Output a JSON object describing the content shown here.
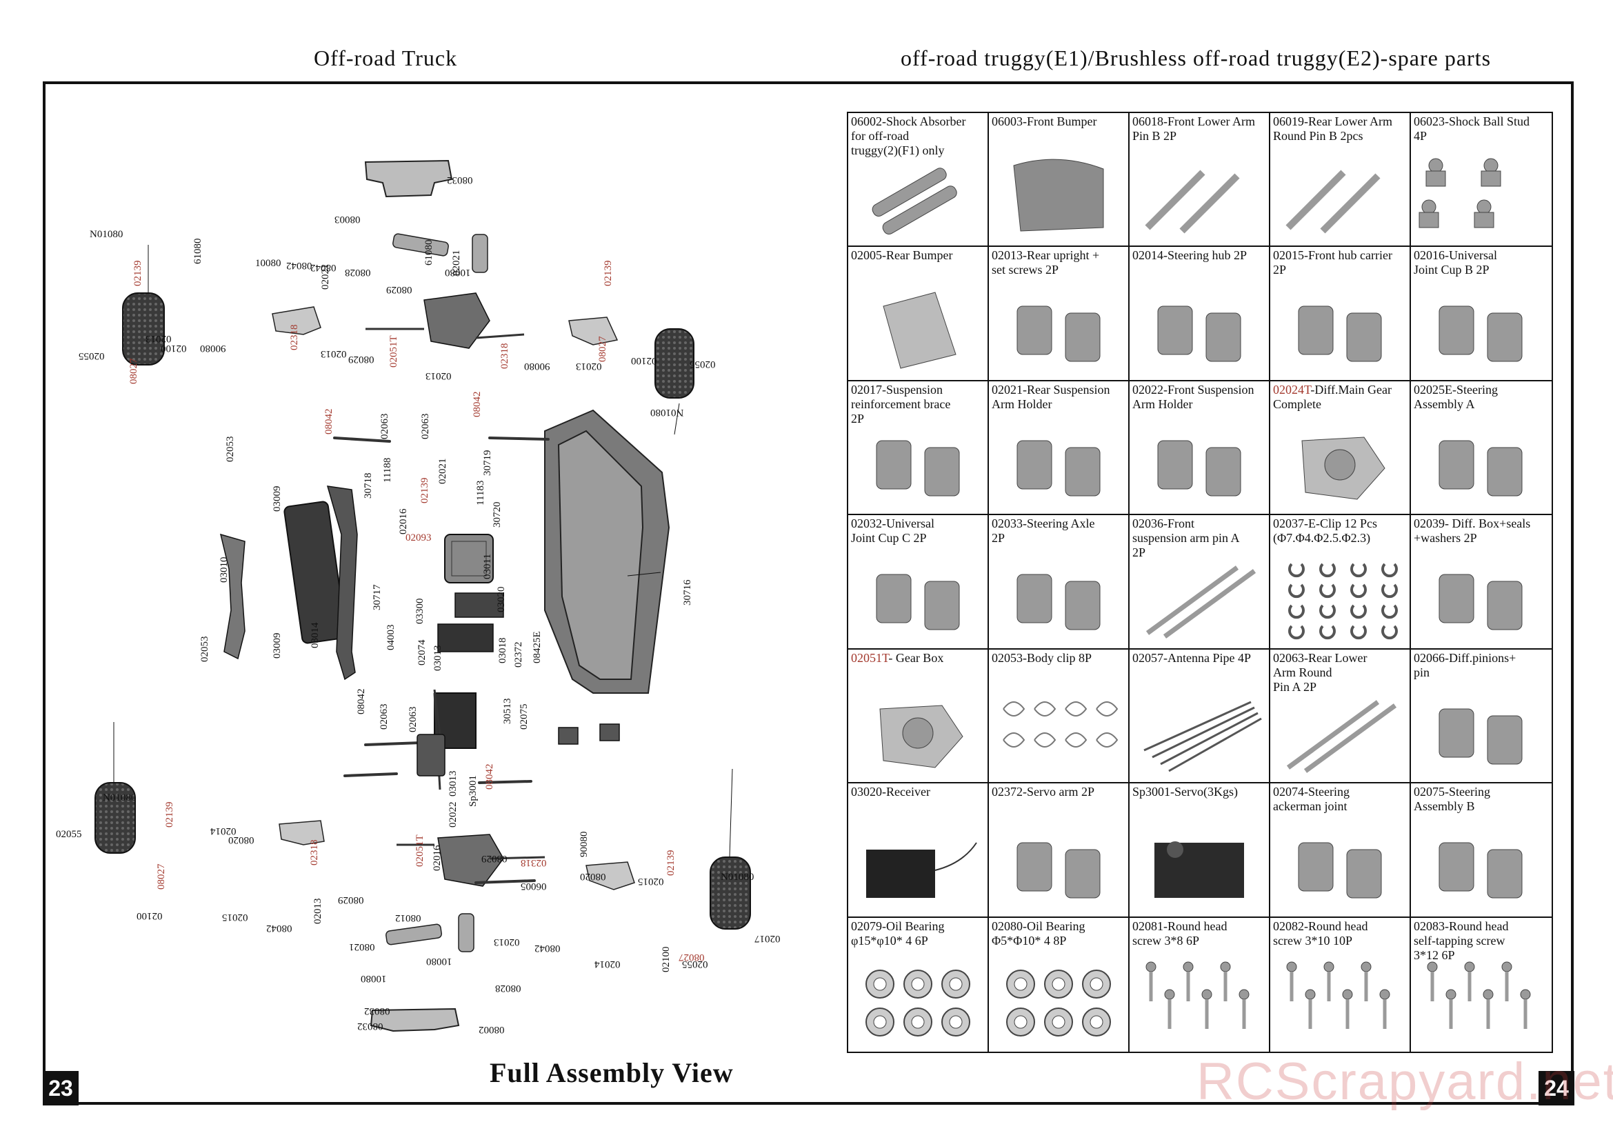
{
  "header": {
    "left": "Off-road Truck",
    "right": "off-road truggy(E1)/Brushless off-road truggy(E2)-spare parts"
  },
  "page_numbers": {
    "left": "23",
    "right": "24"
  },
  "assembly_title": "Full Assembly View",
  "watermark": "RCScrapyard.net",
  "diagram_labels": [
    {
      "t": "08003",
      "red": false
    },
    {
      "t": "08032",
      "red": false
    },
    {
      "t": "08028",
      "red": false
    },
    {
      "t": "10080",
      "red": false
    },
    {
      "t": "10080",
      "red": false
    },
    {
      "t": "02021",
      "red": false
    },
    {
      "t": "02021",
      "red": false
    },
    {
      "t": "N01080",
      "red": false
    },
    {
      "t": "02139",
      "red": true
    },
    {
      "t": "61080",
      "red": false
    },
    {
      "t": "08042",
      "red": false
    },
    {
      "t": "08042",
      "red": false
    },
    {
      "t": "02139",
      "red": true
    },
    {
      "t": "61080",
      "red": false
    },
    {
      "t": "08029",
      "red": false
    },
    {
      "t": "08027",
      "red": true
    },
    {
      "t": "02013",
      "red": false
    },
    {
      "t": "90080",
      "red": false
    },
    {
      "t": "02318",
      "red": true
    },
    {
      "t": "02013",
      "red": false
    },
    {
      "t": "08029",
      "red": false
    },
    {
      "t": "02051T",
      "red": true
    },
    {
      "t": "02013",
      "red": false
    },
    {
      "t": "02318",
      "red": true
    },
    {
      "t": "90080",
      "red": false
    },
    {
      "t": "02013",
      "red": false
    },
    {
      "t": "08027",
      "red": true
    },
    {
      "t": "02100",
      "red": false
    },
    {
      "t": "02055",
      "red": false
    },
    {
      "t": "02100",
      "red": false
    },
    {
      "t": "02055",
      "red": false
    },
    {
      "t": "N01080",
      "red": false
    },
    {
      "t": "08042",
      "red": true
    },
    {
      "t": "02063",
      "red": false
    },
    {
      "t": "02063",
      "red": false
    },
    {
      "t": "08042",
      "red": true
    },
    {
      "t": "02053",
      "red": false
    },
    {
      "t": "11188",
      "red": false
    },
    {
      "t": "02021",
      "red": false
    },
    {
      "t": "30719",
      "red": false
    },
    {
      "t": "30718",
      "red": false
    },
    {
      "t": "11183",
      "red": false
    },
    {
      "t": "02139",
      "red": true
    },
    {
      "t": "30720",
      "red": false
    },
    {
      "t": "03009",
      "red": false
    },
    {
      "t": "02016",
      "red": false
    },
    {
      "t": "02093",
      "red": true
    },
    {
      "t": "03010",
      "red": false
    },
    {
      "t": "30717",
      "red": false
    },
    {
      "t": "03011",
      "red": false
    },
    {
      "t": "03300",
      "red": false
    },
    {
      "t": "03020",
      "red": false
    },
    {
      "t": "30716",
      "red": false
    },
    {
      "t": "02053",
      "red": false
    },
    {
      "t": "03009",
      "red": false
    },
    {
      "t": "03014",
      "red": false
    },
    {
      "t": "04003",
      "red": false
    },
    {
      "t": "02074",
      "red": false
    },
    {
      "t": "03013",
      "red": false
    },
    {
      "t": "03018",
      "red": false
    },
    {
      "t": "02372",
      "red": false
    },
    {
      "t": "08042",
      "red": false
    },
    {
      "t": "02063",
      "red": false
    },
    {
      "t": "02063",
      "red": false
    },
    {
      "t": "30513",
      "red": false
    },
    {
      "t": "02075",
      "red": false
    },
    {
      "t": "08425E",
      "red": false
    },
    {
      "t": "N01080",
      "red": false
    },
    {
      "t": "03013",
      "red": false
    },
    {
      "t": "Sp3001",
      "red": false
    },
    {
      "t": "08042",
      "red": true
    },
    {
      "t": "02022",
      "red": false
    },
    {
      "t": "02055",
      "red": false
    },
    {
      "t": "02139",
      "red": true
    },
    {
      "t": "02014",
      "red": false
    },
    {
      "t": "08020",
      "red": false
    },
    {
      "t": "02318",
      "red": true
    },
    {
      "t": "02051T",
      "red": true
    },
    {
      "t": "02016",
      "red": false
    },
    {
      "t": "08029",
      "red": false
    },
    {
      "t": "02318",
      "red": true
    },
    {
      "t": "90080",
      "red": false
    },
    {
      "t": "08027",
      "red": true
    },
    {
      "t": "06005",
      "red": false
    },
    {
      "t": "08020",
      "red": false
    },
    {
      "t": "02015",
      "red": false
    },
    {
      "t": "02139",
      "red": true
    },
    {
      "t": "N01080",
      "red": false
    },
    {
      "t": "08029",
      "red": false
    },
    {
      "t": "08012",
      "red": false
    },
    {
      "t": "02100",
      "red": false
    },
    {
      "t": "02015",
      "red": false
    },
    {
      "t": "08042",
      "red": false
    },
    {
      "t": "02013",
      "red": false
    },
    {
      "t": "02013",
      "red": false
    },
    {
      "t": "08042",
      "red": false
    },
    {
      "t": "02014",
      "red": false
    },
    {
      "t": "08027",
      "red": true
    },
    {
      "t": "02100",
      "red": false
    },
    {
      "t": "02055",
      "red": false
    },
    {
      "t": "02017",
      "red": false
    },
    {
      "t": "08021",
      "red": false
    },
    {
      "t": "10080",
      "red": false
    },
    {
      "t": "10080",
      "red": false
    },
    {
      "t": "08028",
      "red": false
    },
    {
      "t": "08032",
      "red": false
    },
    {
      "t": "08032",
      "red": false
    },
    {
      "t": "08002",
      "red": false
    }
  ],
  "parts": [
    {
      "code": "06002",
      "label": "06002-Shock Absorber\nfor off-road\ntruggy(2)(F1) only",
      "red": false,
      "icon": "shock-absorber-icon"
    },
    {
      "code": "06003",
      "label": "06003-Front Bumper",
      "red": false,
      "icon": "front-bumper-icon"
    },
    {
      "code": "06018",
      "label": "06018-Front Lower Arm\n       Pin  B         2P",
      "red": false,
      "icon": "pin-pair-icon"
    },
    {
      "code": "06019",
      "label": "06019-Rear Lower Arm\n     Round Pin B 2pcs",
      "red": false,
      "icon": "pin-pair-icon"
    },
    {
      "code": "06023",
      "label": "06023-Shock Ball Stud\n                          4P",
      "red": false,
      "icon": "ball-stud-icon"
    },
    {
      "code": "02005",
      "label": "02005-Rear Bumper",
      "red": false,
      "icon": "rear-bumper-icon"
    },
    {
      "code": "02013",
      "label": "02013-Rear upright +\n         set screws      2P",
      "red": false,
      "icon": "rear-upright-icon"
    },
    {
      "code": "02014",
      "label": "02014-Steering hub  2P",
      "red": false,
      "icon": "steering-hub-icon"
    },
    {
      "code": "02015",
      "label": "02015-Front hub carrier\n                           2P",
      "red": false,
      "icon": "hub-carrier-icon"
    },
    {
      "code": "02016",
      "label": "02016-Universal\n      Joint Cup   B  2P",
      "red": false,
      "icon": "joint-cup-icon"
    },
    {
      "code": "02017",
      "label": "02017-Suspension\nreinforcement brace\n                           2P",
      "red": false,
      "icon": "brace-icon"
    },
    {
      "code": "02021",
      "label": "02021-Rear Suspension\n      Arm Holder",
      "red": false,
      "icon": "arm-holder-icon"
    },
    {
      "code": "02022",
      "label": "02022-Front  Suspension\n      Arm Holder",
      "red": false,
      "icon": "arm-holder-icon"
    },
    {
      "code": "02024T",
      "label": "-Diff.Main Gear\n          Complete",
      "red": true,
      "icon": "diff-gear-icon"
    },
    {
      "code": "02025E",
      "label": "02025E-Steering\n      Assembly  A",
      "red": false,
      "icon": "steering-assembly-icon"
    },
    {
      "code": "02032",
      "label": "02032-Universal\n       Joint Cup  C  2P",
      "red": false,
      "icon": "joint-cup-icon"
    },
    {
      "code": "02033",
      "label": "02033-Steering Axle\n                           2P",
      "red": false,
      "icon": "steering-axle-icon"
    },
    {
      "code": "02036",
      "label": "02036-Front\nsuspension arm pin A\n                           2P",
      "red": false,
      "icon": "long-pin-icon"
    },
    {
      "code": "02037",
      "label": "02037-E-Clip   12 Pcs\n (Φ7.Φ4.Φ2.5.Φ2.3)",
      "red": false,
      "icon": "e-clip-icon"
    },
    {
      "code": "02039",
      "label": "02039- Diff. Box+seals\n+washers            2P",
      "red": false,
      "icon": "diff-box-icon"
    },
    {
      "code": "02051T",
      "label": "- Gear Box",
      "red": true,
      "icon": "gear-box-icon"
    },
    {
      "code": "02053",
      "label": "02053-Body clip    8P",
      "red": false,
      "icon": "body-clip-icon"
    },
    {
      "code": "02057",
      "label": "02057-Antenna Pipe 4P",
      "red": false,
      "icon": "antenna-pipe-icon"
    },
    {
      "code": "02063",
      "label": "02063-Rear Lower\n     Arm Round\n      Pin A            2P",
      "red": false,
      "icon": "long-pin-icon"
    },
    {
      "code": "02066",
      "label": "02066-Diff.pinions+\n           pin",
      "red": false,
      "icon": "pinion-icon"
    },
    {
      "code": "03020",
      "label": "03020-Receiver",
      "red": false,
      "icon": "receiver-icon"
    },
    {
      "code": "02372",
      "label": "02372-Servo arm      2P",
      "red": false,
      "icon": "servo-arm-icon"
    },
    {
      "code": "Sp3001",
      "label": "Sp3001-Servo(3Kgs)",
      "red": false,
      "icon": "servo-icon"
    },
    {
      "code": "02074",
      "label": "02074-Steering\n       ackerman joint",
      "red": false,
      "icon": "ackerman-joint-icon"
    },
    {
      "code": "02075",
      "label": "02075-Steering\n          Assembly  B",
      "red": false,
      "icon": "steering-assembly-icon"
    },
    {
      "code": "02079",
      "label": "02079-Oil Bearing\n   φ15*φ10* 4      6P",
      "red": false,
      "icon": "bearing-icon"
    },
    {
      "code": "02080",
      "label": "02080-Oil Bearing\n   Φ5*Φ10* 4       8P",
      "red": false,
      "icon": "bearing-icon"
    },
    {
      "code": "02081",
      "label": "02081-Round head\n         screw 3*8   6P",
      "red": false,
      "icon": "screw-icon"
    },
    {
      "code": "02082",
      "label": "  02082-Round head\n      screw 3*10  10P",
      "red": false,
      "icon": "screw-icon"
    },
    {
      "code": "02083",
      "label": "02083-Round head\nself-tapping screw\n             3*12   6P",
      "red": false,
      "icon": "screw-icon"
    }
  ]
}
